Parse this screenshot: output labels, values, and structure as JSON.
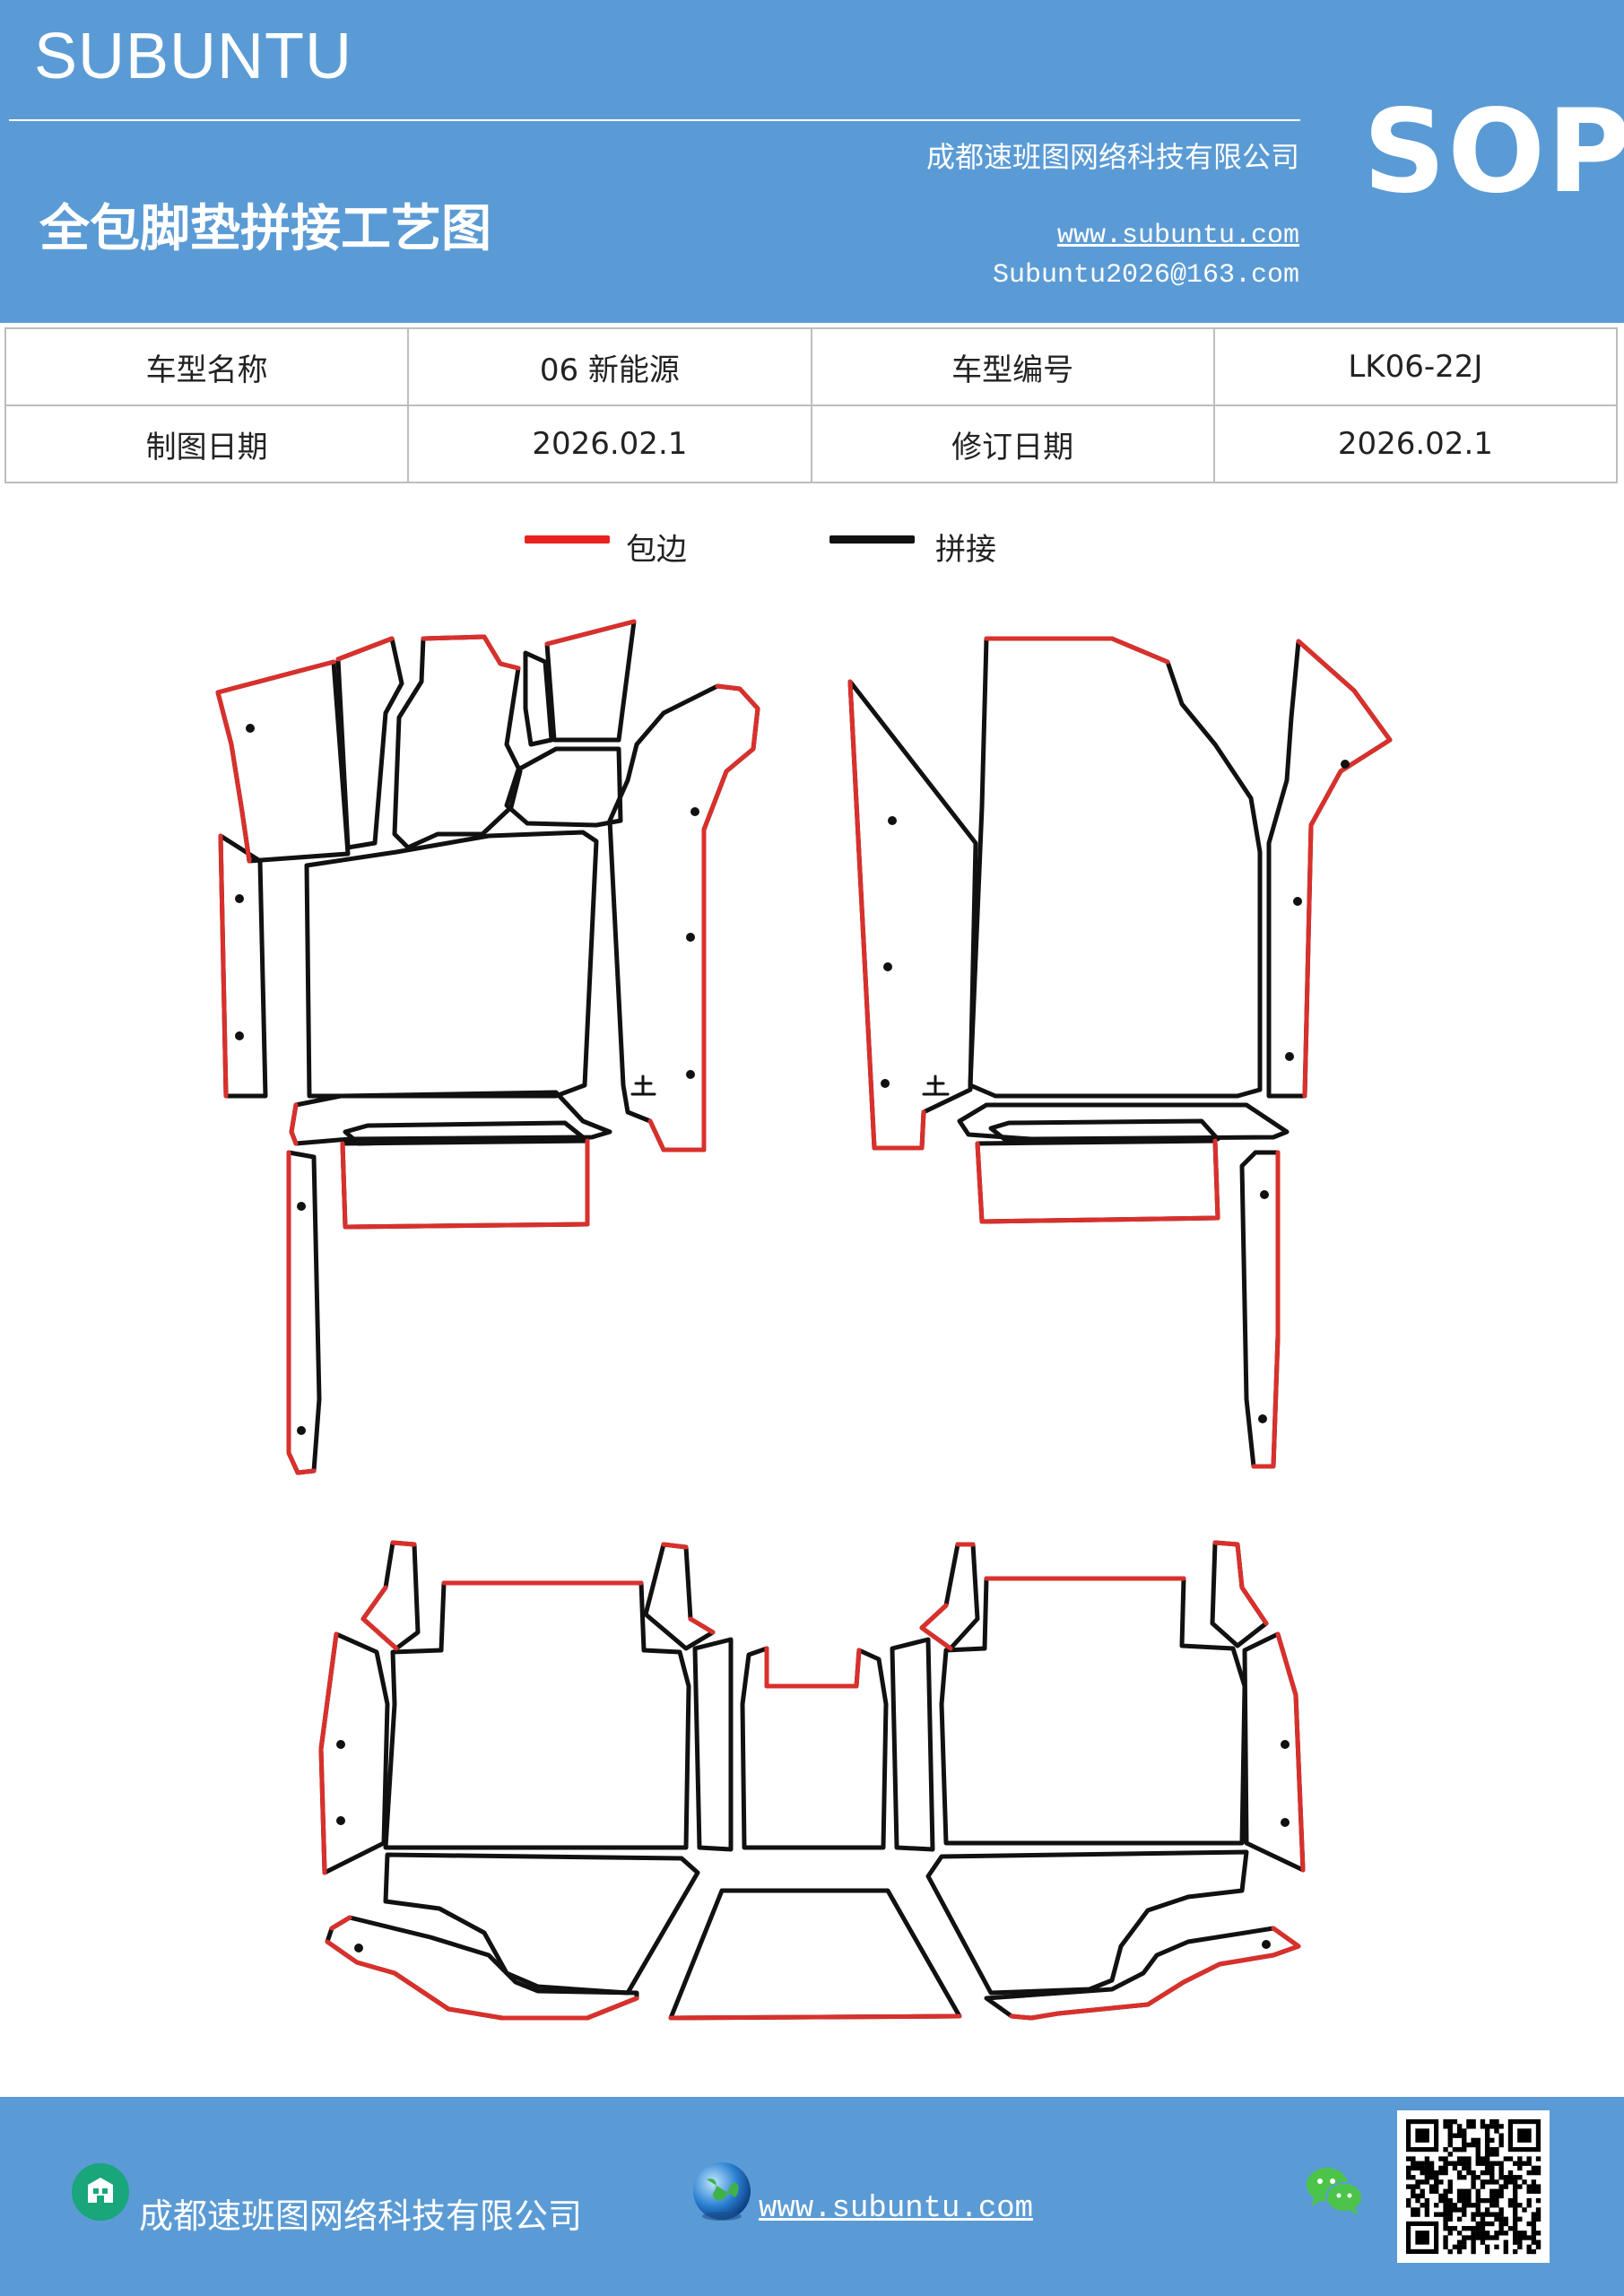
{
  "header": {
    "brand": "SUBUNTU",
    "company": "成都速班图网络科技有限公司",
    "title": "全包脚垫拼接工艺图",
    "url": "www.subuntu.com",
    "email": "Subuntu2026@163.com",
    "badge": "SOP"
  },
  "info_table": {
    "rows": [
      [
        {
          "label": "车型名称"
        },
        {
          "value": "06 新能源"
        },
        {
          "label": "车型编号"
        },
        {
          "value": "LK06-22J"
        }
      ],
      [
        {
          "label": "制图日期"
        },
        {
          "value": "2026.02.1"
        },
        {
          "label": "修订日期"
        },
        {
          "value": "2026.02.1"
        }
      ]
    ]
  },
  "legend": {
    "items": [
      {
        "label": "包边",
        "color": "#e8231f"
      },
      {
        "label": "拼接",
        "color": "#111111"
      }
    ]
  },
  "colors": {
    "header_bg": "#5b9bd5",
    "edge_binding": "#d9302c",
    "seam": "#111111"
  },
  "footer": {
    "company": "成都速班图网络科技有限公司",
    "url": "www.subuntu.com",
    "icons": [
      "building-icon",
      "globe-icon",
      "wechat-icon",
      "qr-code"
    ]
  }
}
